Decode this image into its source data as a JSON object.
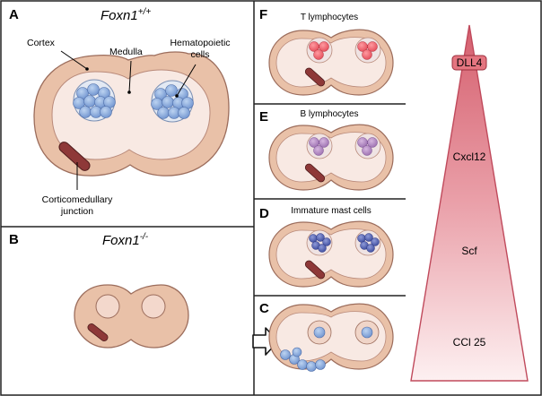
{
  "panels": {
    "a": {
      "letter": "A",
      "title": "Foxn1",
      "title_sup": "+/+",
      "labels": {
        "cortex": "Cortex",
        "medulla": "Medulla",
        "hematopoietic_1": "Hematopoietic",
        "hematopoietic_2": "cells",
        "junction_1": "Corticomedullary",
        "junction_2": "junction"
      }
    },
    "b": {
      "letter": "B",
      "title": "Foxn1",
      "title_sup": "-/-"
    },
    "c": {
      "letter": "C"
    },
    "d": {
      "letter": "D",
      "label": "Immature mast cells"
    },
    "e": {
      "letter": "E",
      "label": "B lymphocytes"
    },
    "f": {
      "letter": "F",
      "label": "T lymphocytes"
    }
  },
  "gradient": {
    "labels": [
      "DLL4",
      "Cxcl12",
      "Scf",
      "CCl 25"
    ]
  },
  "colors": {
    "cortex": "#e8bfa7",
    "cortex_stroke": "#9b6b5b",
    "medulla": "#f7e6e0",
    "t_cell": "#ef6f78",
    "b_cell": "#b98fc7",
    "mast_cell": "#5a68b5",
    "hematopoietic_cell": "#8fb0dd",
    "junction": "#8e3a3a",
    "gradient_top": "#d96a78",
    "gradient_bottom": "#fbe9ec"
  }
}
